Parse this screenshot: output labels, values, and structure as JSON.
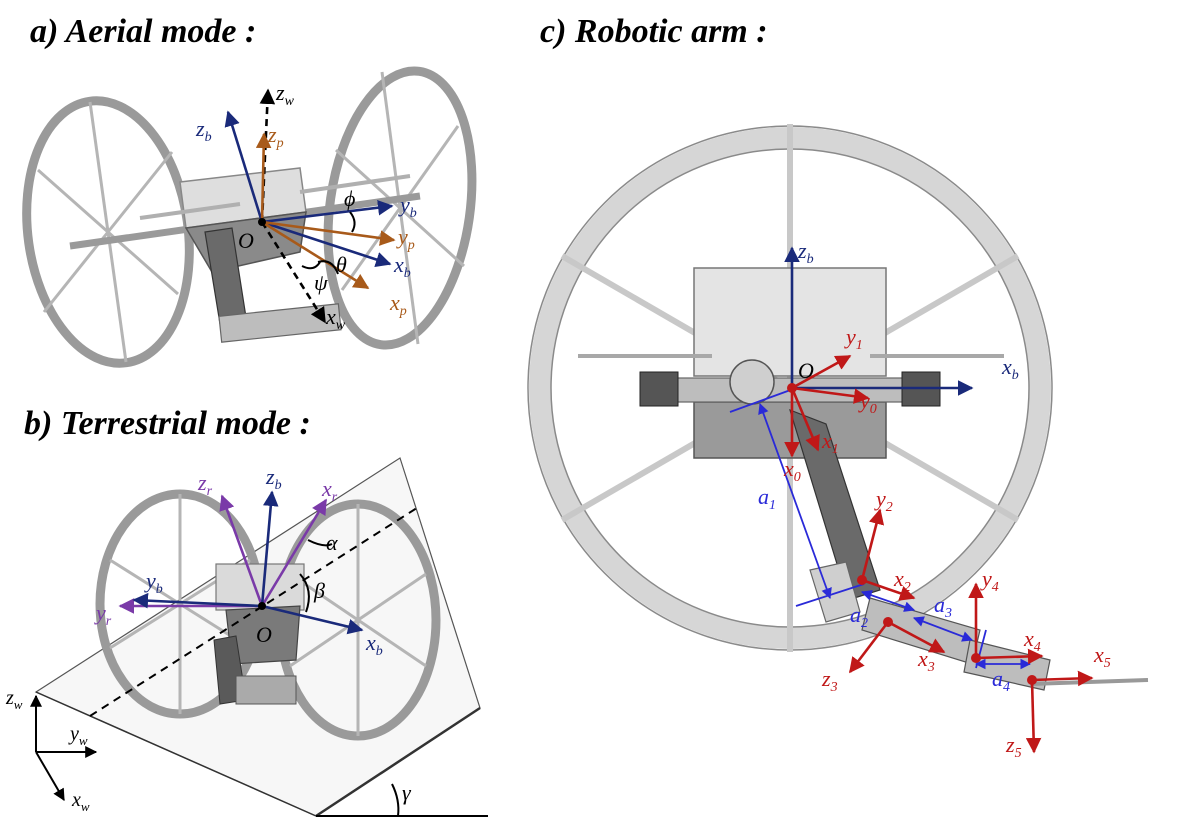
{
  "panels": {
    "aerial": {
      "title": "a) Aerial mode :",
      "origin": "O",
      "axes": {
        "zw": "z",
        "zw_sub": "w",
        "xw": "x",
        "xw_sub": "w",
        "zb": "z",
        "zb_sub": "b",
        "yb": "y",
        "yb_sub": "b",
        "xb": "x",
        "xb_sub": "b",
        "zp": "z",
        "zp_sub": "p",
        "yp": "y",
        "yp_sub": "p",
        "xp": "x",
        "xp_sub": "p"
      },
      "angles": {
        "phi": "ϕ",
        "theta": "θ",
        "psi": "ψ"
      }
    },
    "terrestrial": {
      "title": "b) Terrestrial mode :",
      "origin": "O",
      "axes": {
        "zr": "z",
        "zr_sub": "r",
        "zb": "z",
        "zb_sub": "b",
        "xr": "x",
        "xr_sub": "r",
        "yb": "y",
        "yb_sub": "b",
        "yr": "y",
        "yr_sub": "r",
        "xb": "x",
        "xb_sub": "b",
        "zw": "z",
        "zw_sub": "w",
        "yw": "y",
        "yw_sub": "w",
        "xw": "x",
        "xw_sub": "w"
      },
      "angles": {
        "alpha": "α",
        "beta": "β",
        "gamma": "γ"
      }
    },
    "arm": {
      "title": "c) Robotic arm :",
      "origin": "O",
      "axes": {
        "zb": "z",
        "zb_sub": "b",
        "xb": "x",
        "xb_sub": "b",
        "y1": "y",
        "y1_sub": "1",
        "y0": "y",
        "y0_sub": "0",
        "x1": "x",
        "x1_sub": "1",
        "x0": "x",
        "x0_sub": "0",
        "y2": "y",
        "y2_sub": "2",
        "x2": "x",
        "x2_sub": "2",
        "z3": "z",
        "z3_sub": "3",
        "x3": "x",
        "x3_sub": "3",
        "y4": "y",
        "y4_sub": "4",
        "x4": "x",
        "x4_sub": "4",
        "x5": "x",
        "x5_sub": "5",
        "z5": "z",
        "z5_sub": "5"
      },
      "links": {
        "a1": "a",
        "a1_sub": "1",
        "a2": "a",
        "a2_sub": "2",
        "a3": "a",
        "a3_sub": "3",
        "a4": "a",
        "a4_sub": "4"
      }
    }
  },
  "colors": {
    "body_axes": "#1a2a7a",
    "prop_axes": "#a85a1a",
    "rolling_axes": "#7a3aa8",
    "arm_axes": "#c01818",
    "link_dims": "#2a2ad8",
    "world_axes": "#000000"
  }
}
